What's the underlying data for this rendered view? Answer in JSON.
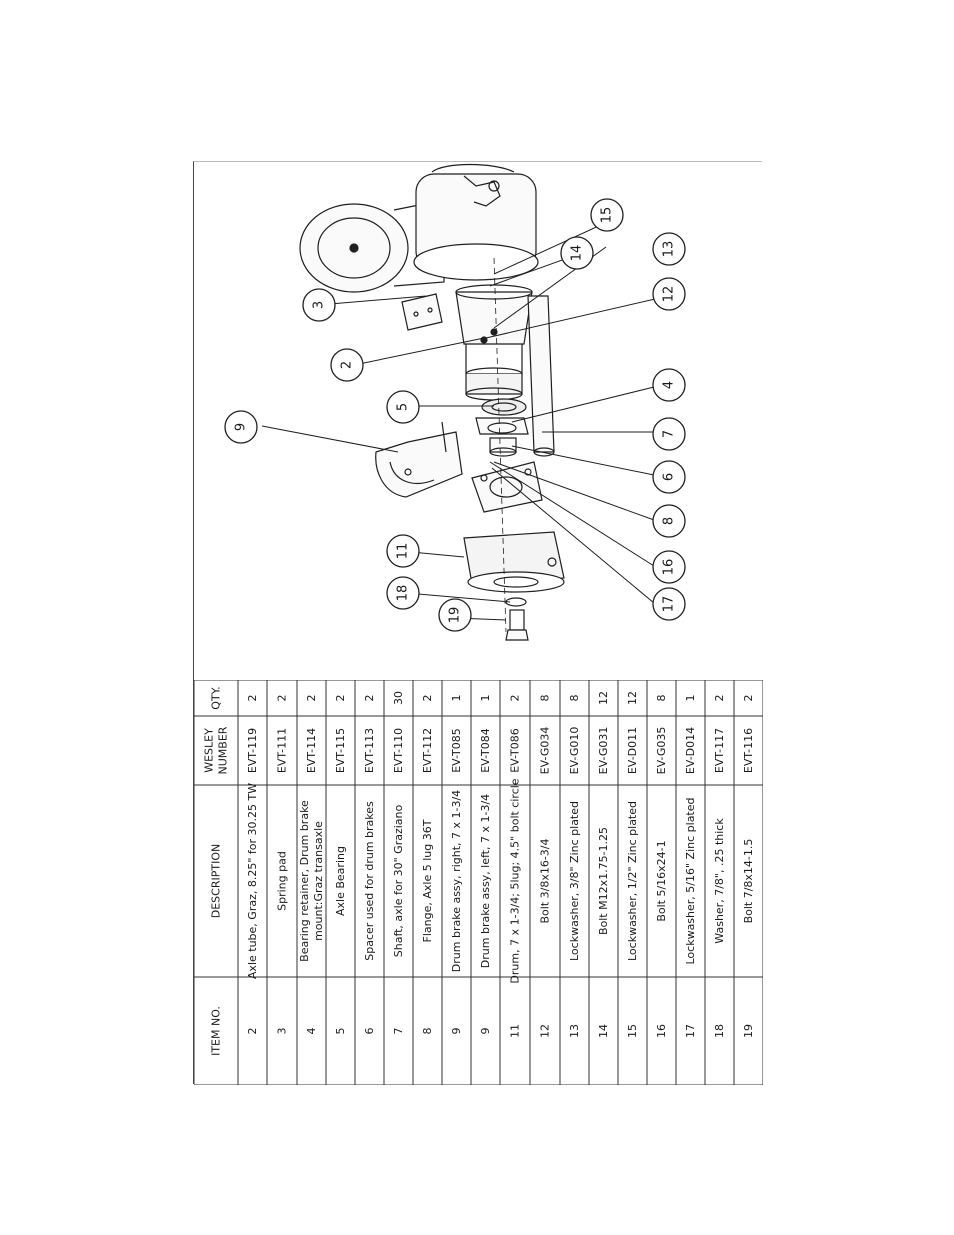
{
  "table": {
    "headers": {
      "item_no": "ITEM NO.",
      "description": "DESCRIPTION",
      "wesley_number_1": "WESLEY",
      "wesley_number_2": "NUMBER",
      "qty": "QTY."
    },
    "rows": [
      {
        "item": "2",
        "desc": [
          "Axle tube, Graz, 8.25\" for 30.25 TW"
        ],
        "num": "EVT-119",
        "qty": "2"
      },
      {
        "item": "3",
        "desc": [
          "Spring pad"
        ],
        "num": "EVT-111",
        "qty": "2"
      },
      {
        "item": "4",
        "desc": [
          "Bearing retainer, Drum brake",
          "mount:Graz transaxle"
        ],
        "num": "EVT-114",
        "qty": "2"
      },
      {
        "item": "5",
        "desc": [
          "Axle Bearing"
        ],
        "num": "EVT-115",
        "qty": "2"
      },
      {
        "item": "6",
        "desc": [
          "Spacer used for drum brakes"
        ],
        "num": "EVT-113",
        "qty": "2"
      },
      {
        "item": "7",
        "desc": [
          "Shaft, axle for 30\" Graziano"
        ],
        "num": "EVT-110",
        "qty": "30"
      },
      {
        "item": "8",
        "desc": [
          "Flange, Axle 5 lug 36T"
        ],
        "num": "EVT-112",
        "qty": "2"
      },
      {
        "item": "9",
        "desc": [
          "Drum brake assy, right, 7 x 1-3/4"
        ],
        "num": "EV-T085",
        "qty": "1"
      },
      {
        "item": "9",
        "desc": [
          "Drum brake assy, left, 7 x 1-3/4"
        ],
        "num": "EV-T084",
        "qty": "1"
      },
      {
        "item": "11",
        "desc": [
          "Drum, 7 x 1-3/4; 5lug; 4.5\" bolt circle"
        ],
        "num": "EV-T086",
        "qty": "2"
      },
      {
        "item": "12",
        "desc": [
          "Bolt 3/8x16-3/4"
        ],
        "num": "EV-G034",
        "qty": "8"
      },
      {
        "item": "13",
        "desc": [
          "Lockwasher, 3/8\" Zinc plated"
        ],
        "num": "EV-G010",
        "qty": "8"
      },
      {
        "item": "14",
        "desc": [
          "Bolt M12x1.75-1.25"
        ],
        "num": "EV-G031",
        "qty": "12"
      },
      {
        "item": "15",
        "desc": [
          "Lockwasher, 1/2\" Zinc plated"
        ],
        "num": "EV-D011",
        "qty": "12"
      },
      {
        "item": "16",
        "desc": [
          "Bolt 5/16x24-1"
        ],
        "num": "EV-G035",
        "qty": "8"
      },
      {
        "item": "17",
        "desc": [
          "Lockwasher, 5/16\" Zinc plated"
        ],
        "num": "EV-D014",
        "qty": "1"
      },
      {
        "item": "18",
        "desc": [
          "Washer, 7/8\", .25 thick"
        ],
        "num": "EVT-117",
        "qty": "2"
      },
      {
        "item": "19",
        "desc": [
          "Bolt 7/8x14-1.5"
        ],
        "num": "EVT-116",
        "qty": "2"
      }
    ]
  },
  "balloons": [
    "2",
    "3",
    "4",
    "5",
    "6",
    "7",
    "8",
    "9",
    "11",
    "12",
    "13",
    "14",
    "15",
    "16",
    "17",
    "18",
    "19"
  ],
  "colors": {
    "line": "#1f1f1f",
    "text": "#1a1a1a",
    "grid": "#333333"
  }
}
